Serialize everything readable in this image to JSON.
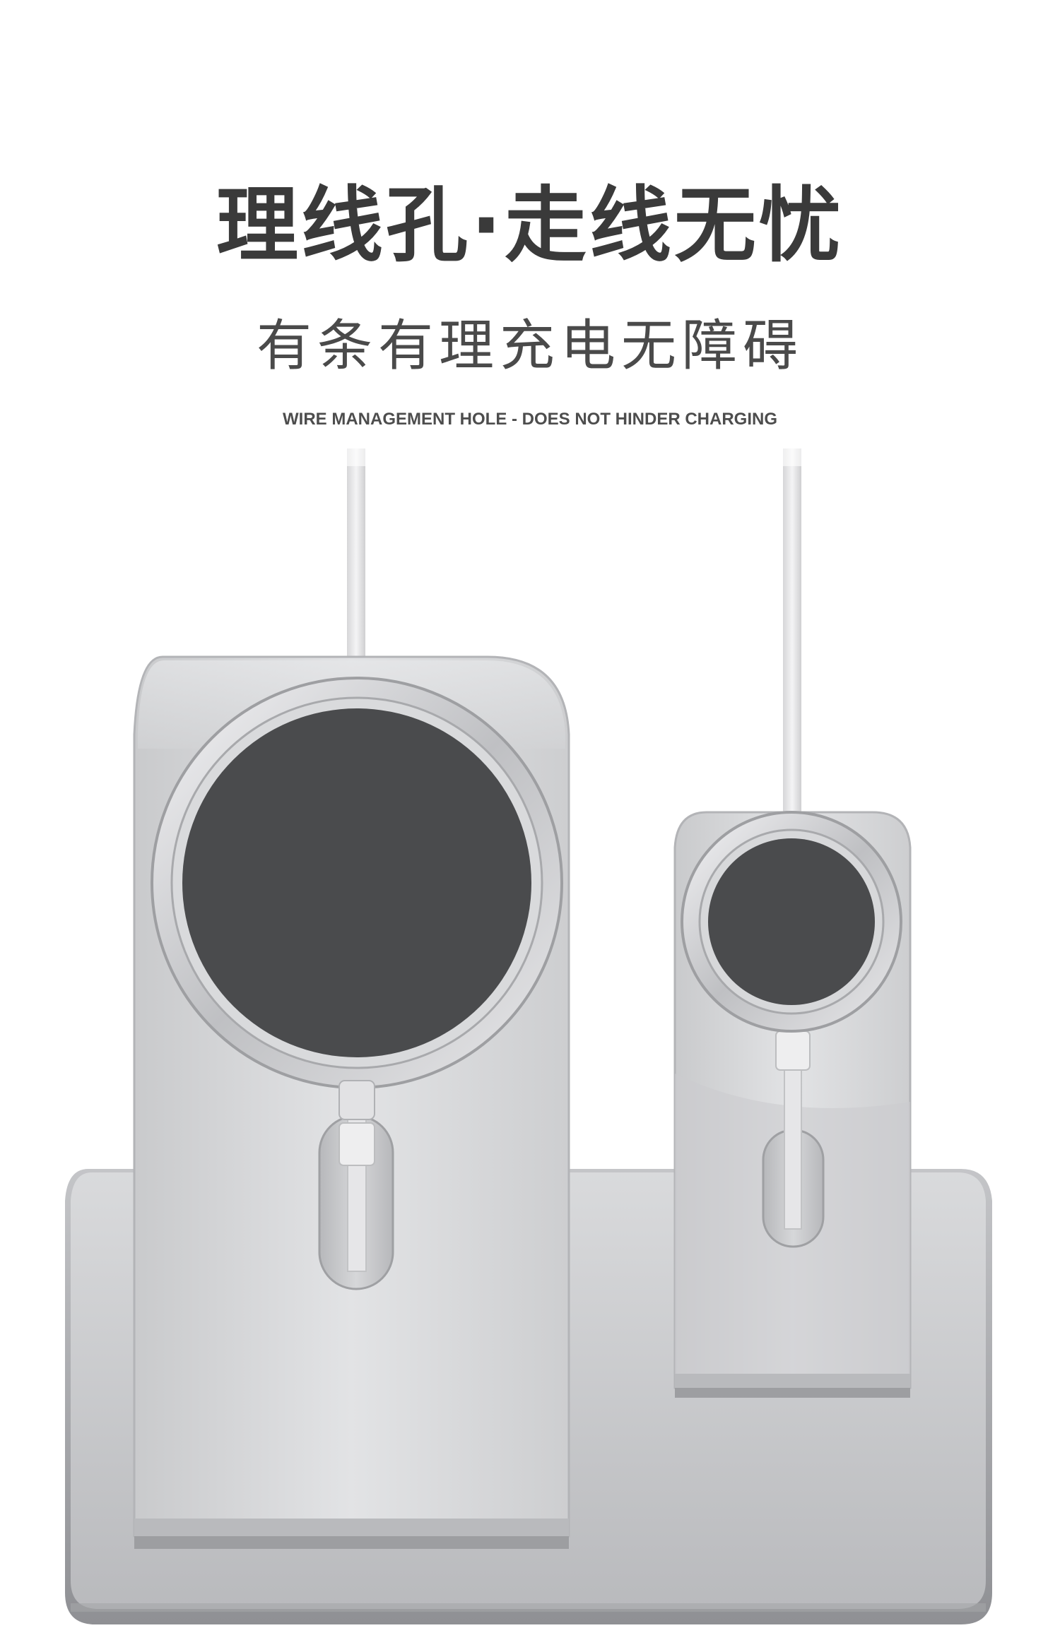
{
  "headline": {
    "text": "理线孔·走线无忧"
  },
  "subheadline": {
    "text": "有条有理充电无障碍"
  },
  "caption": {
    "text": "WIRE MANAGEMENT HOLE - DOES NOT HINDER CHARGING"
  },
  "colors": {
    "background": "#ffffff",
    "headline": "#3a3a3a",
    "aluminum": "#cfd0d2",
    "charger_pad": "#4a4b4d",
    "cable": "#e4e4e6"
  }
}
